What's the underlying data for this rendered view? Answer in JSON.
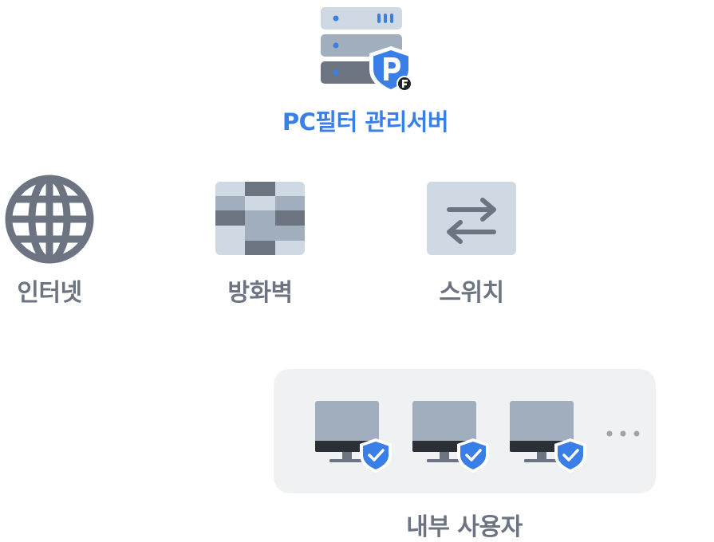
{
  "server": {
    "label": "PC필터 관리서버",
    "badge_letter": "F"
  },
  "nodes": {
    "internet": {
      "label": "인터넷",
      "icon": "globe-icon"
    },
    "firewall": {
      "label": "방화벽",
      "icon": "firewall-icon"
    },
    "switch": {
      "label": "스위치",
      "icon": "switch-arrows-icon"
    }
  },
  "users": {
    "label": "내부 사용자",
    "monitors": [
      {
        "icon": "monitor-icon",
        "status": "protected"
      },
      {
        "icon": "monitor-icon",
        "status": "protected"
      },
      {
        "icon": "monitor-icon",
        "status": "protected"
      }
    ],
    "more": "more-dots-icon"
  },
  "colors": {
    "accent": "#3a7ee8",
    "icon_gray": "#6b7480",
    "panel_bg": "#f0f1f3",
    "tile_bg": "#cfd9e3"
  }
}
